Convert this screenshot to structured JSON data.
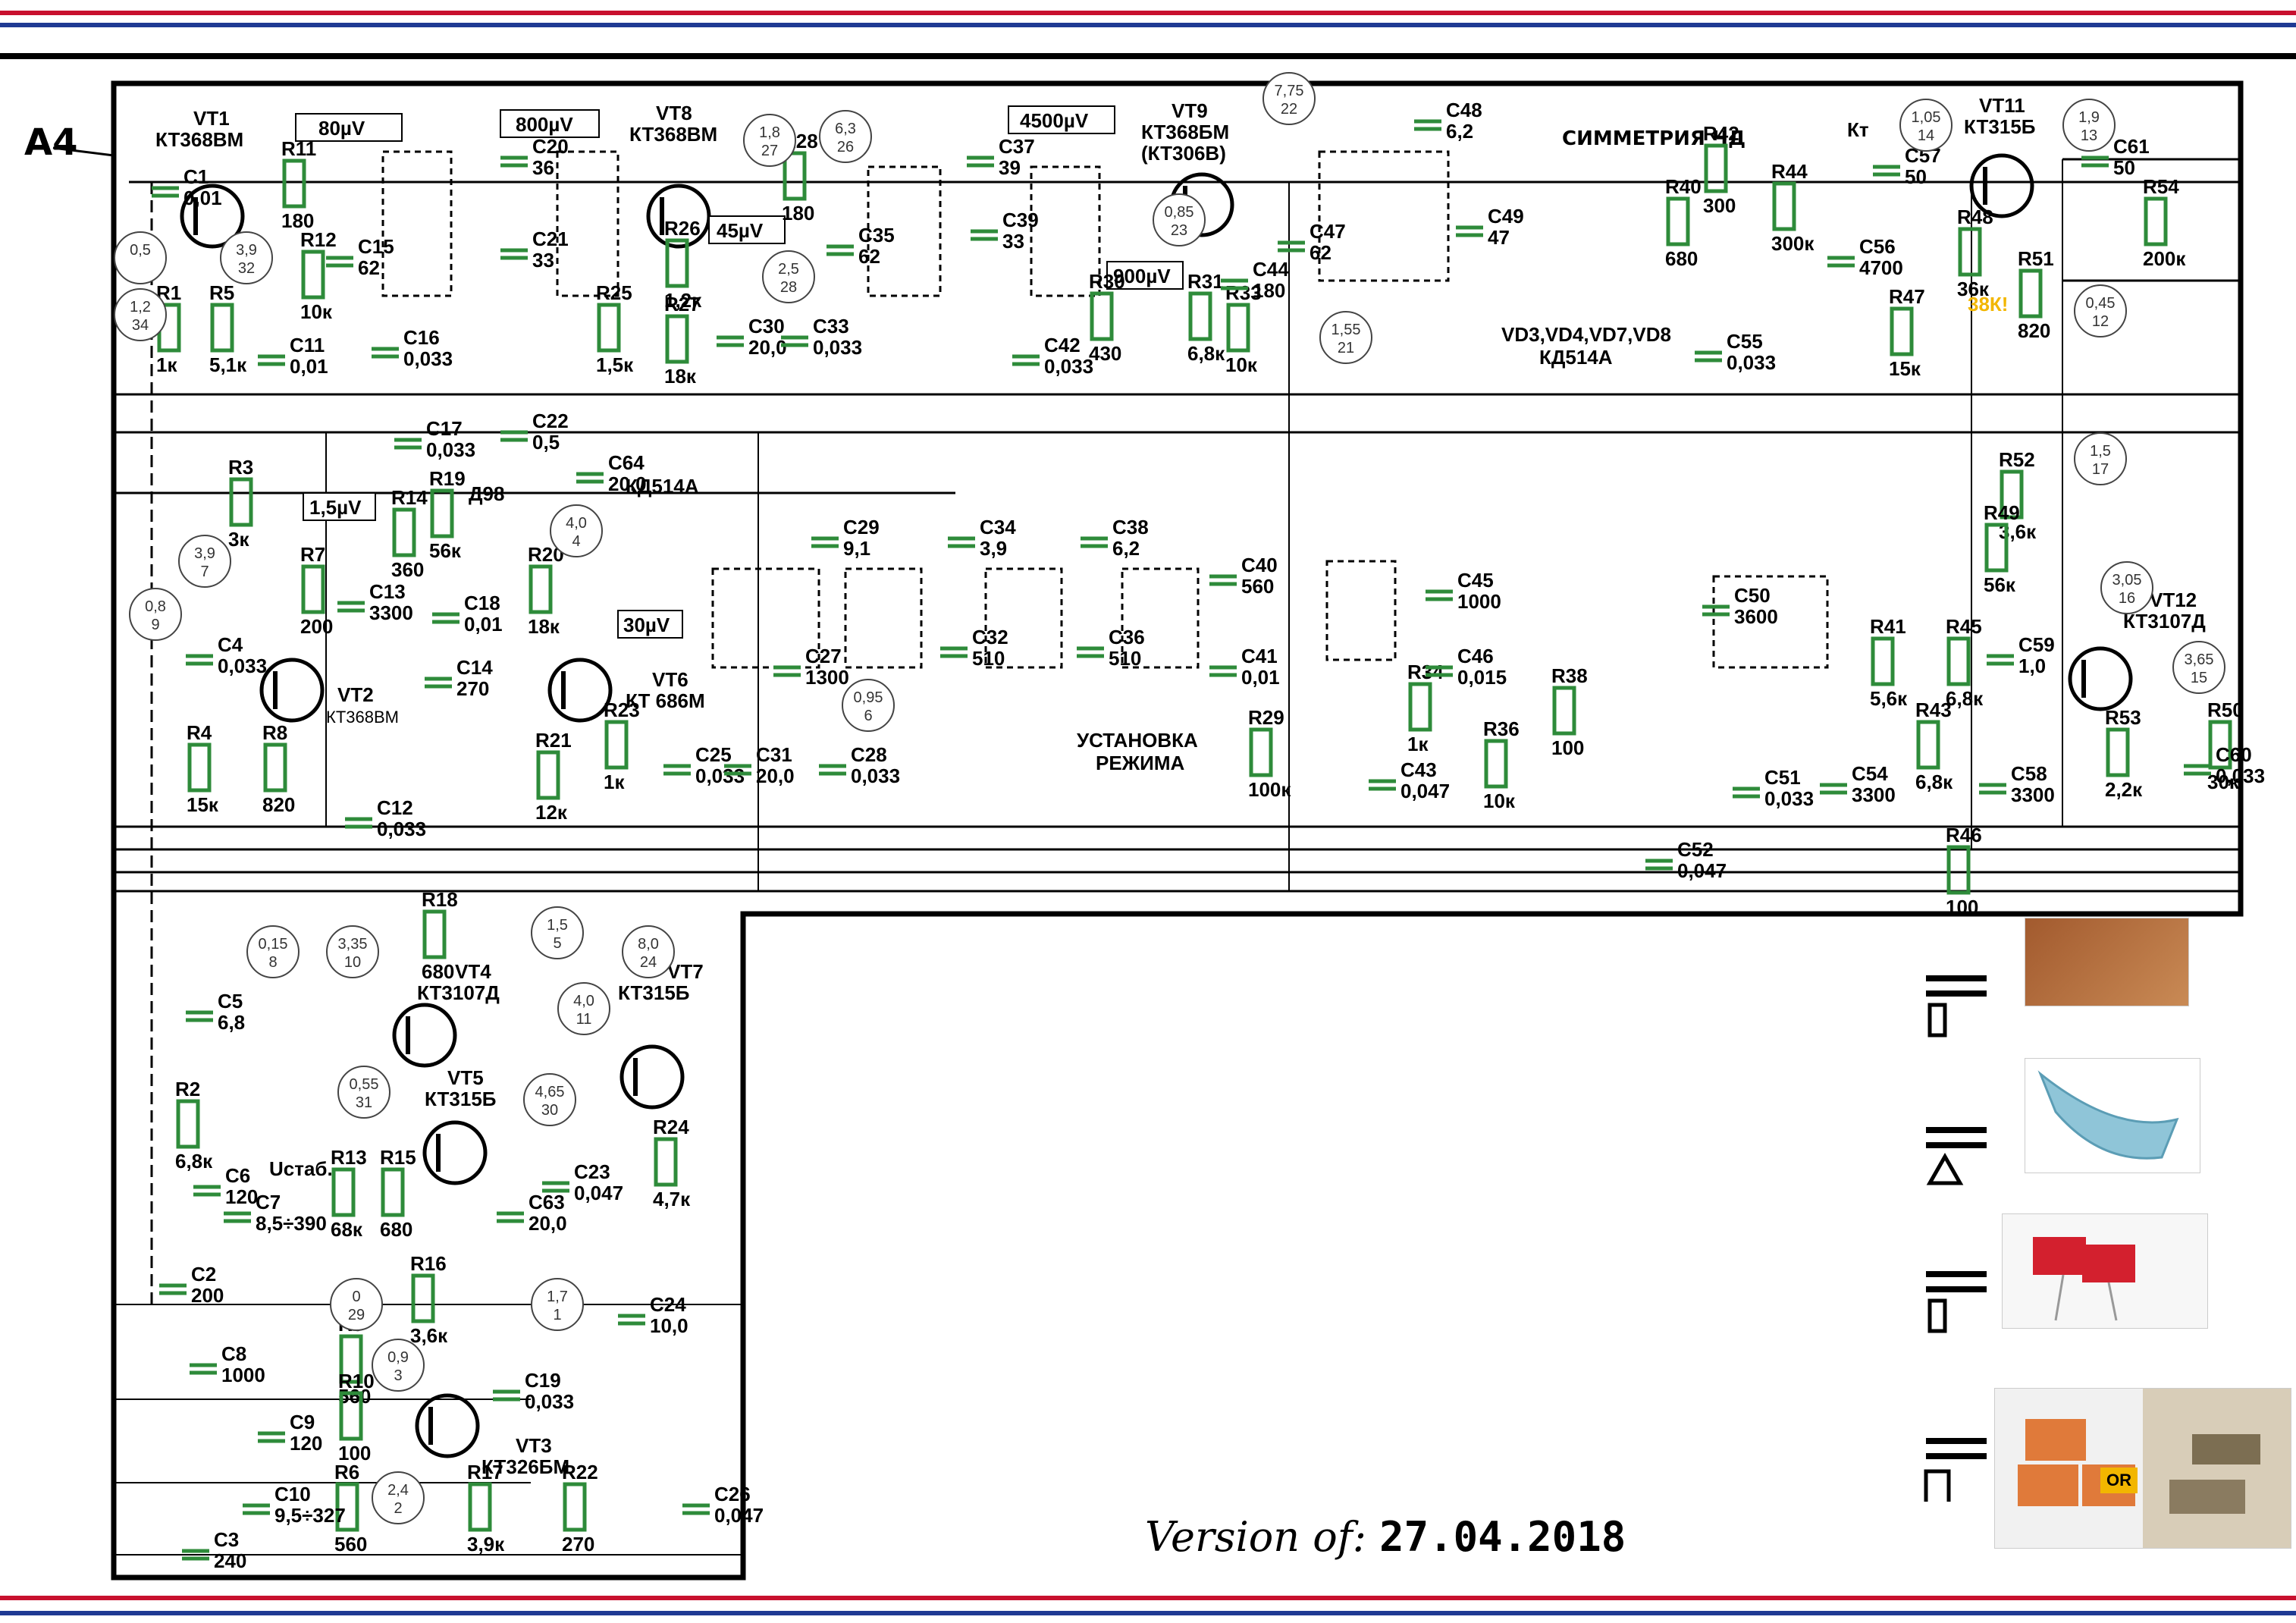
{
  "block_label": "A4",
  "title_symmetry": "СИММЕТРИЯ ЧД",
  "version_prefix": "Version of:",
  "version_date": "27.04.2018",
  "colors": {
    "stripe_red": "#c8102e",
    "stripe_blue": "#1f3a93",
    "component_green": "#2e8b3a",
    "highlight_orange": "#f2b600"
  },
  "transistors": [
    {
      "id": "VT1",
      "type": "КТ368ВМ"
    },
    {
      "id": "VT2",
      "type": "КТ368ВМ"
    },
    {
      "id": "VT3",
      "type": "КТ326БМ"
    },
    {
      "id": "VT4",
      "type": "КТ3107Д"
    },
    {
      "id": "VT5",
      "type": "КТ315Б"
    },
    {
      "id": "VT6",
      "type": "КТ 686М"
    },
    {
      "id": "VT7",
      "type": "КТ315Б"
    },
    {
      "id": "VT8",
      "type": "КТ368ВМ"
    },
    {
      "id": "VT9",
      "type": "КТ368БМ"
    },
    {
      "id": "VT11",
      "type": "КТ315Б"
    },
    {
      "id": "VT12",
      "type": "КТ3107Д"
    }
  ],
  "signal_levels": [
    "80µV",
    "800µV",
    "4500µV",
    "45µV",
    "900µV",
    "1,5µV",
    "30µV"
  ],
  "labels": {
    "vt9_alt": "(КТ306В)",
    "diodes_vd": "VD3,VD4,VD7,VD8",
    "diodes_type": "КД514А",
    "d98": "Д98",
    "vd_kd": "КД514А",
    "ustanovka": "УСТАНОВКА",
    "rezhima": "РЕЖИМА",
    "ustab": "Uстаб.",
    "kt": "Кт",
    "r48_note": "38К!",
    "or_badge": "OR"
  },
  "resistors": [
    {
      "id": "R1",
      "value": "1к"
    },
    {
      "id": "R5",
      "value": "5,1к"
    },
    {
      "id": "R11",
      "value": "180"
    },
    {
      "id": "R12",
      "value": "10к"
    },
    {
      "id": "R28",
      "value": "180"
    },
    {
      "id": "R26",
      "value": "1,2к"
    },
    {
      "id": "R25",
      "value": "1,5к"
    },
    {
      "id": "R27",
      "value": "18к"
    },
    {
      "id": "R30",
      "value": "430"
    },
    {
      "id": "R31",
      "value": "6,8к"
    },
    {
      "id": "R33",
      "value": "10к"
    },
    {
      "id": "R40",
      "value": "680"
    },
    {
      "id": "R42",
      "value": "300"
    },
    {
      "id": "R44",
      "value": "300к"
    },
    {
      "id": "R47",
      "value": "15к"
    },
    {
      "id": "R48",
      "value": "36к"
    },
    {
      "id": "R51",
      "value": "820"
    },
    {
      "id": "R54",
      "value": "200к"
    },
    {
      "id": "R3",
      "value": "3к"
    },
    {
      "id": "R14",
      "value": "360"
    },
    {
      "id": "R19",
      "value": "56к"
    },
    {
      "id": "R7",
      "value": "200"
    },
    {
      "id": "R20",
      "value": "18к"
    },
    {
      "id": "R4",
      "value": "15к"
    },
    {
      "id": "R8",
      "value": "820"
    },
    {
      "id": "R21",
      "value": "12к"
    },
    {
      "id": "R23",
      "value": "1к"
    },
    {
      "id": "R29",
      "value": "100к"
    },
    {
      "id": "R34",
      "value": "1к"
    },
    {
      "id": "R36",
      "value": "10к"
    },
    {
      "id": "R38",
      "value": "100"
    },
    {
      "id": "R52",
      "value": "3,6к"
    },
    {
      "id": "R49",
      "value": "56к"
    },
    {
      "id": "R41",
      "value": "5,6к"
    },
    {
      "id": "R45",
      "value": "6,8к"
    },
    {
      "id": "R43",
      "value": "6,8к"
    },
    {
      "id": "R50",
      "value": "30к"
    },
    {
      "id": "R53",
      "value": "2,2к"
    },
    {
      "id": "R46",
      "value": "100"
    },
    {
      "id": "R18",
      "value": "680"
    },
    {
      "id": "R2",
      "value": "6,8к"
    },
    {
      "id": "R13",
      "value": "68к"
    },
    {
      "id": "R15",
      "value": "680"
    },
    {
      "id": "R24",
      "value": "4,7к"
    },
    {
      "id": "R16",
      "value": "3,6к"
    },
    {
      "id": "R9",
      "value": "560"
    },
    {
      "id": "R10",
      "value": "100"
    },
    {
      "id": "R6",
      "value": "560"
    },
    {
      "id": "R17",
      "value": "3,9к"
    },
    {
      "id": "R22",
      "value": "270"
    }
  ],
  "capacitors": [
    {
      "id": "C1",
      "value": "0,01"
    },
    {
      "id": "C11",
      "value": "0,01"
    },
    {
      "id": "C15",
      "value": "62"
    },
    {
      "id": "C16",
      "value": "0,033"
    },
    {
      "id": "C20",
      "value": "36"
    },
    {
      "id": "C21",
      "value": "33"
    },
    {
      "id": "C30",
      "value": "20,0"
    },
    {
      "id": "C33",
      "value": "0,033"
    },
    {
      "id": "C35",
      "value": "62"
    },
    {
      "id": "C37",
      "value": "39"
    },
    {
      "id": "C39",
      "value": "33"
    },
    {
      "id": "C42",
      "value": "0,033"
    },
    {
      "id": "C44",
      "value": "180"
    },
    {
      "id": "C47",
      "value": "62"
    },
    {
      "id": "C48",
      "value": "6,2"
    },
    {
      "id": "C49",
      "value": "47"
    },
    {
      "id": "C55",
      "value": "0,033"
    },
    {
      "id": "C56",
      "value": "4700"
    },
    {
      "id": "C57",
      "value": "50"
    },
    {
      "id": "C61",
      "value": "50"
    },
    {
      "id": "C17",
      "value": "0,033"
    },
    {
      "id": "C22",
      "value": "0,5"
    },
    {
      "id": "C64",
      "value": "20,0"
    },
    {
      "id": "C4",
      "value": "0,033"
    },
    {
      "id": "C13",
      "value": "3300"
    },
    {
      "id": "C18",
      "value": "0,01"
    },
    {
      "id": "C14",
      "value": "270"
    },
    {
      "id": "C12",
      "value": "0,033"
    },
    {
      "id": "C29",
      "value": "9,1"
    },
    {
      "id": "C34",
      "value": "3,9"
    },
    {
      "id": "C38",
      "value": "6,2"
    },
    {
      "id": "C27",
      "value": "1300"
    },
    {
      "id": "C32",
      "value": "510"
    },
    {
      "id": "C36",
      "value": "510"
    },
    {
      "id": "C40",
      "value": "560"
    },
    {
      "id": "C41",
      "value": "0,01"
    },
    {
      "id": "C25",
      "value": "0,033"
    },
    {
      "id": "C31",
      "value": "20,0"
    },
    {
      "id": "C28",
      "value": "0,033"
    },
    {
      "id": "C45",
      "value": "1000"
    },
    {
      "id": "C46",
      "value": "0,015"
    },
    {
      "id": "C43",
      "value": "0,047"
    },
    {
      "id": "C50",
      "value": "3600"
    },
    {
      "id": "C51",
      "value": "0,033"
    },
    {
      "id": "C52",
      "value": "0,047"
    },
    {
      "id": "C54",
      "value": "3300"
    },
    {
      "id": "C58",
      "value": "3300"
    },
    {
      "id": "C59",
      "value": "1,0"
    },
    {
      "id": "C60",
      "value": "0,033"
    },
    {
      "id": "C5",
      "value": "6,8"
    },
    {
      "id": "C6",
      "value": "120"
    },
    {
      "id": "C7",
      "value": "8,5÷390"
    },
    {
      "id": "C2",
      "value": "200"
    },
    {
      "id": "C8",
      "value": "1000"
    },
    {
      "id": "C9",
      "value": "120"
    },
    {
      "id": "C10",
      "value": "9,5÷327"
    },
    {
      "id": "C3",
      "value": "240"
    },
    {
      "id": "C23",
      "value": "0,047"
    },
    {
      "id": "C63",
      "value": "20,0"
    },
    {
      "id": "C19",
      "value": "0,033"
    },
    {
      "id": "C24",
      "value": "10,0"
    },
    {
      "id": "C26",
      "value": "0,047"
    }
  ],
  "test_points": [
    {
      "n": "1,8",
      "v": "27"
    },
    {
      "n": "6,3",
      "v": "26"
    },
    {
      "n": "7,75",
      "v": "22"
    },
    {
      "n": "1,05",
      "v": "14"
    },
    {
      "n": "1,9",
      "v": "13"
    },
    {
      "n": "3,9",
      "v": "32"
    },
    {
      "n": "0,5",
      "v": ""
    },
    {
      "n": "1,2",
      "v": "34"
    },
    {
      "n": "2,5",
      "v": "28"
    },
    {
      "n": "0,85",
      "v": "23"
    },
    {
      "n": "1,55",
      "v": "21"
    },
    {
      "n": "0,45",
      "v": "12"
    },
    {
      "n": "1,5",
      "v": "17"
    },
    {
      "n": "3,05",
      "v": "16"
    },
    {
      "n": "3,65",
      "v": "15"
    },
    {
      "n": "3,9",
      "v": "7"
    },
    {
      "n": "0,8",
      "v": "9"
    },
    {
      "n": "4,0",
      "v": "4"
    },
    {
      "n": "0,95",
      "v": "6"
    },
    {
      "n": "0,15",
      "v": "8"
    },
    {
      "n": "3,35",
      "v": "10"
    },
    {
      "n": "1,5",
      "v": "5"
    },
    {
      "n": "8,0",
      "v": "24"
    },
    {
      "n": "4,0",
      "v": "11"
    },
    {
      "n": "0,55",
      "v": "31"
    },
    {
      "n": "4,65",
      "v": "30"
    },
    {
      "n": "0",
      "v": "29"
    },
    {
      "n": "0,9",
      "v": "3"
    },
    {
      "n": "1,7",
      "v": "1"
    },
    {
      "n": "2,4",
      "v": "2"
    }
  ]
}
